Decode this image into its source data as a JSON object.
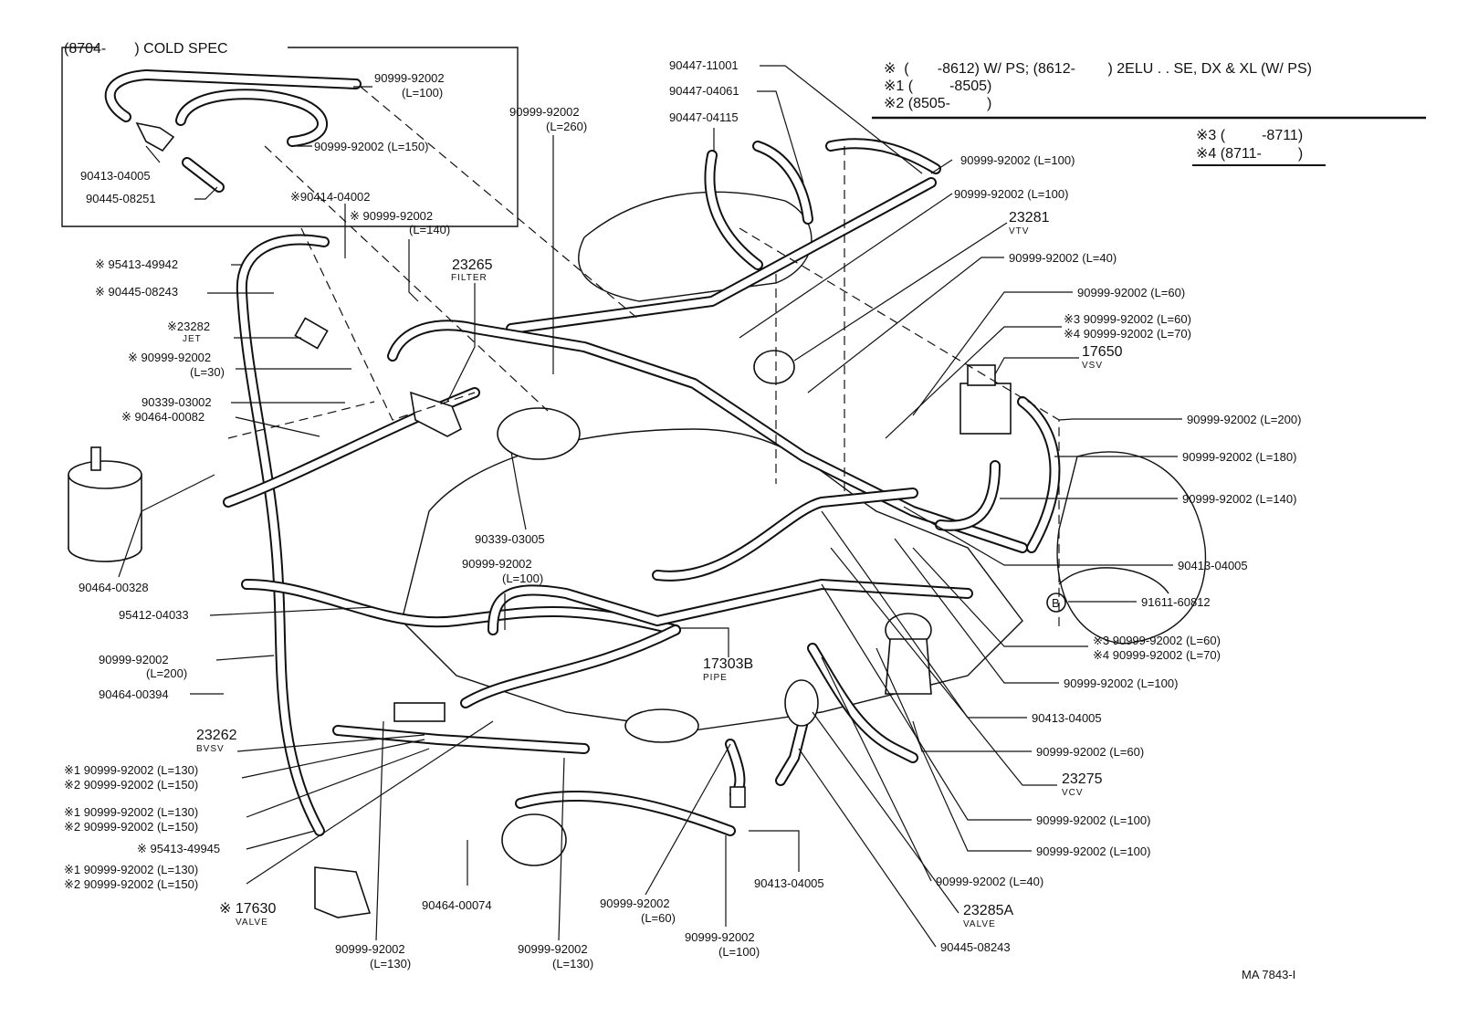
{
  "header": {
    "cold_spec_title": "(8704-       ) COLD SPEC",
    "notes": [
      "※  (       -8612) W/ PS; (8612-        ) 2ELU . . SE, DX & XL (W/ PS)",
      "※1 (         -8505)",
      "※2 (8505-         )",
      "※3 (         -8711)",
      "※4 (8711-         )"
    ]
  },
  "footer": {
    "drawing_code": "MA 7843-I"
  },
  "callout_b": "B",
  "labels": [
    {
      "id": "L1",
      "lines": [
        {
          "t": "90999-92002"
        },
        {
          "t": "(L=100)"
        }
      ]
    },
    {
      "id": "L2",
      "lines": [
        {
          "t": "90999-92002 (L=150)"
        }
      ]
    },
    {
      "id": "L3",
      "lines": [
        {
          "t": "90413-04005"
        }
      ]
    },
    {
      "id": "L4",
      "lines": [
        {
          "t": "90445-08251"
        }
      ]
    },
    {
      "id": "L5",
      "lines": [
        {
          "t": "※90414-04002"
        }
      ]
    },
    {
      "id": "L6",
      "lines": [
        {
          "t": "※ 90999-92002"
        },
        {
          "t": "(L=140)"
        }
      ]
    },
    {
      "id": "L7",
      "lines": [
        {
          "t": "※ 95413-49942"
        }
      ]
    },
    {
      "id": "L8",
      "lines": [
        {
          "t": "※ 90445-08243"
        }
      ]
    },
    {
      "id": "L9",
      "lines": [
        {
          "t": "※23282"
        },
        {
          "t": "JET",
          "s": true
        }
      ]
    },
    {
      "id": "L10",
      "lines": [
        {
          "t": "※ 90999-92002"
        },
        {
          "t": "(L=30)"
        }
      ]
    },
    {
      "id": "L11",
      "lines": [
        {
          "t": "90339-03002"
        }
      ]
    },
    {
      "id": "L12",
      "lines": [
        {
          "t": "※ 90464-00082"
        }
      ]
    },
    {
      "id": "L13",
      "lines": [
        {
          "t": "90464-00328"
        }
      ]
    },
    {
      "id": "L14",
      "lines": [
        {
          "t": "95412-04033"
        }
      ]
    },
    {
      "id": "L15",
      "lines": [
        {
          "t": "90999-92002"
        },
        {
          "t": "(L=200)"
        }
      ]
    },
    {
      "id": "L16",
      "lines": [
        {
          "t": "90464-00394"
        }
      ]
    },
    {
      "id": "L17",
      "lines": [
        {
          "t": "23262"
        },
        {
          "t": "BVSV",
          "s": true
        }
      ]
    },
    {
      "id": "L18",
      "lines": [
        {
          "t": "※1 90999-92002 (L=130)"
        },
        {
          "t": "※2 90999-92002 (L=150)"
        }
      ]
    },
    {
      "id": "L19",
      "lines": [
        {
          "t": "※1 90999-92002 (L=130)"
        },
        {
          "t": "※2 90999-92002 (L=150)"
        }
      ]
    },
    {
      "id": "L20",
      "lines": [
        {
          "t": "※ 95413-49945"
        }
      ]
    },
    {
      "id": "L21",
      "lines": [
        {
          "t": "※1 90999-92002 (L=130)"
        },
        {
          "t": "※2 90999-92002 (L=150)"
        }
      ]
    },
    {
      "id": "L22",
      "lines": [
        {
          "t": "※ 17630"
        },
        {
          "t": "VALVE",
          "s": true
        }
      ]
    },
    {
      "id": "L23",
      "lines": [
        {
          "t": "90999-92002"
        },
        {
          "t": "(L=130)"
        }
      ]
    },
    {
      "id": "L24",
      "lines": [
        {
          "t": "90464-00074"
        }
      ]
    },
    {
      "id": "L25",
      "lines": [
        {
          "t": "90999-92002"
        },
        {
          "t": "(L=130)"
        }
      ]
    },
    {
      "id": "L26",
      "lines": [
        {
          "t": "90999-92002"
        },
        {
          "t": "(L=60)"
        }
      ]
    },
    {
      "id": "L27",
      "lines": [
        {
          "t": "90999-92002"
        },
        {
          "t": "(L=100)"
        }
      ]
    },
    {
      "id": "L28",
      "lines": [
        {
          "t": "90413-04005"
        }
      ]
    },
    {
      "id": "L29",
      "lines": [
        {
          "t": "90999-92002"
        },
        {
          "t": "(L=260)"
        }
      ]
    },
    {
      "id": "L30",
      "lines": [
        {
          "t": "23265"
        },
        {
          "t": "FILTER",
          "s": true
        }
      ]
    },
    {
      "id": "L31",
      "lines": [
        {
          "t": "90339-03005"
        }
      ]
    },
    {
      "id": "L32",
      "lines": [
        {
          "t": "90999-92002"
        },
        {
          "t": "(L=100)"
        }
      ]
    },
    {
      "id": "L33",
      "lines": [
        {
          "t": "17303B"
        },
        {
          "t": "PIPE",
          "s": true
        }
      ]
    },
    {
      "id": "L34",
      "lines": [
        {
          "t": "90447-11001"
        }
      ]
    },
    {
      "id": "L35",
      "lines": [
        {
          "t": "90447-04061"
        }
      ]
    },
    {
      "id": "L36",
      "lines": [
        {
          "t": "90447-04115"
        }
      ]
    },
    {
      "id": "R1",
      "lines": [
        {
          "t": "90999-92002 (L=100)"
        }
      ]
    },
    {
      "id": "R2",
      "lines": [
        {
          "t": "90999-92002 (L=100)"
        }
      ]
    },
    {
      "id": "R3",
      "lines": [
        {
          "t": "23281"
        },
        {
          "t": "VTV",
          "s": true
        }
      ]
    },
    {
      "id": "R4",
      "lines": [
        {
          "t": "90999-92002 (L=40)"
        }
      ]
    },
    {
      "id": "R5",
      "lines": [
        {
          "t": "90999-92002 (L=60)"
        }
      ]
    },
    {
      "id": "R6",
      "lines": [
        {
          "t": "※3 90999-92002 (L=60)"
        },
        {
          "t": "※4 90999-92002 (L=70)"
        }
      ]
    },
    {
      "id": "R7",
      "lines": [
        {
          "t": "17650"
        },
        {
          "t": "VSV",
          "s": true
        }
      ]
    },
    {
      "id": "R8",
      "lines": [
        {
          "t": "90999-92002 (L=200)"
        }
      ]
    },
    {
      "id": "R9",
      "lines": [
        {
          "t": "90999-92002 (L=180)"
        }
      ]
    },
    {
      "id": "R10",
      "lines": [
        {
          "t": "90999-92002 (L=140)"
        }
      ]
    },
    {
      "id": "R11",
      "lines": [
        {
          "t": "90413-04005"
        }
      ]
    },
    {
      "id": "R12",
      "lines": [
        {
          "t": "91611-60812"
        }
      ]
    },
    {
      "id": "R13",
      "lines": [
        {
          "t": "※3 90999-92002 (L=60)"
        },
        {
          "t": "※4 90999-92002 (L=70)"
        }
      ]
    },
    {
      "id": "R14",
      "lines": [
        {
          "t": "90999-92002 (L=100)"
        }
      ]
    },
    {
      "id": "R15",
      "lines": [
        {
          "t": "90413-04005"
        }
      ]
    },
    {
      "id": "R16",
      "lines": [
        {
          "t": "90999-92002 (L=60)"
        }
      ]
    },
    {
      "id": "R17",
      "lines": [
        {
          "t": "23275"
        },
        {
          "t": "VCV",
          "s": true
        }
      ]
    },
    {
      "id": "R18",
      "lines": [
        {
          "t": "90999-92002 (L=100)"
        }
      ]
    },
    {
      "id": "R19",
      "lines": [
        {
          "t": "90999-92002 (L=100)"
        }
      ]
    },
    {
      "id": "R20",
      "lines": [
        {
          "t": "90999-92002 (L=40)"
        }
      ]
    },
    {
      "id": "R21",
      "lines": [
        {
          "t": "23285A"
        },
        {
          "t": "VALVE",
          "s": true
        }
      ]
    },
    {
      "id": "R22",
      "lines": [
        {
          "t": "90445-08243"
        }
      ]
    }
  ]
}
